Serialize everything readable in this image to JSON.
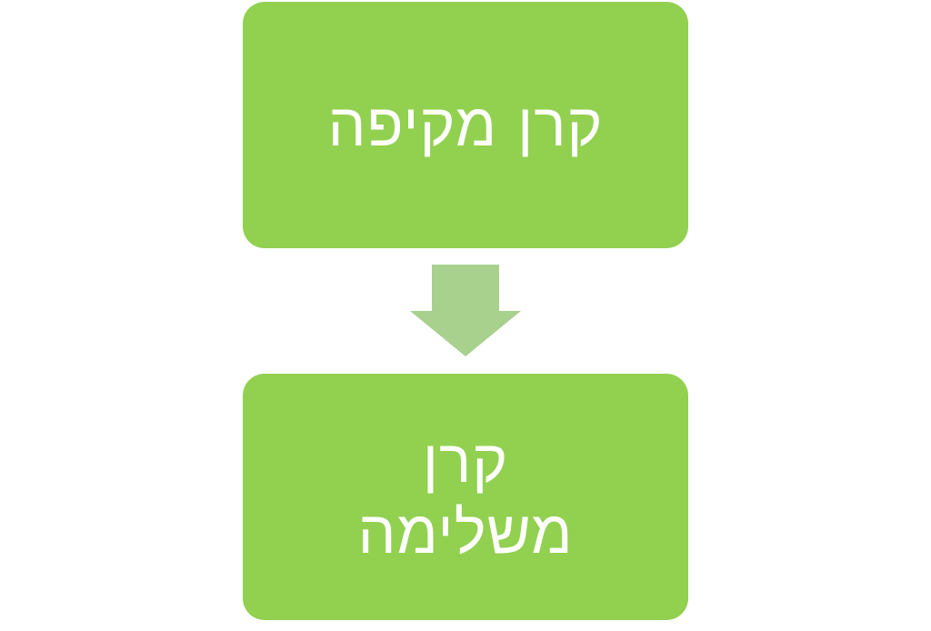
{
  "diagram": {
    "type": "flowchart",
    "direction": "top-to-bottom",
    "nodes": [
      {
        "id": "top",
        "label": "קרן מקיפה",
        "fill": "#92d050",
        "text_color": "#ffffff"
      },
      {
        "id": "bottom",
        "label": "קרן משלימה",
        "fill": "#92d050",
        "text_color": "#ffffff"
      }
    ],
    "edges": [
      {
        "from": "top",
        "to": "bottom",
        "style": "block-arrow-down",
        "fill": "#a9d18e"
      }
    ]
  },
  "colors": {
    "node_fill": "#92d050",
    "arrow_fill": "#a9d18e",
    "background": "#ffffff",
    "text": "#ffffff"
  }
}
